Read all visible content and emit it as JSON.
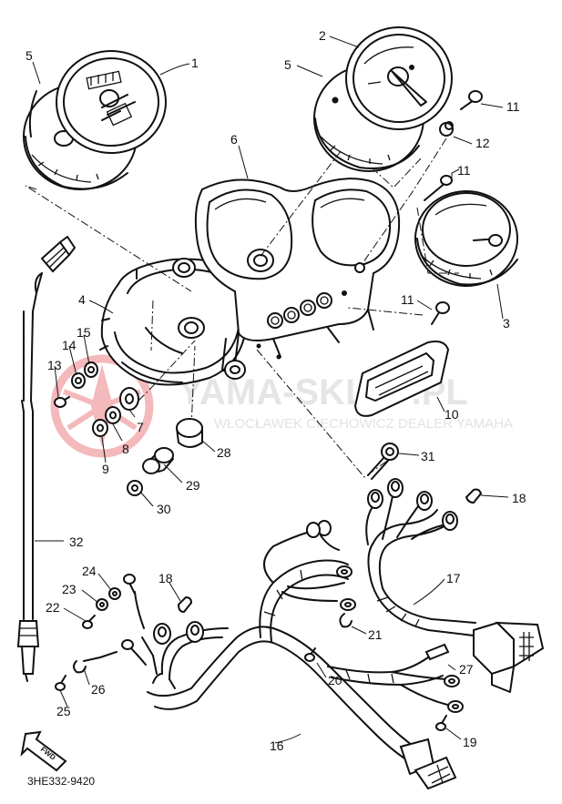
{
  "diagram_code": "3HE332-9420",
  "fwd_label": "FWD",
  "watermark": {
    "main": "YAMA-SKLEP.PL",
    "sub": "WŁOCŁAWEK CIECHOWICZ DEALER YAMAHA",
    "logo_color": "#e0393e"
  },
  "callouts": [
    "1",
    "2",
    "3",
    "4",
    "5",
    "5",
    "6",
    "7",
    "8",
    "9",
    "10",
    "11",
    "11",
    "11",
    "12",
    "13",
    "14",
    "15",
    "16",
    "17",
    "18",
    "18",
    "19",
    "20",
    "21",
    "22",
    "23",
    "24",
    "25",
    "26",
    "27",
    "28",
    "29",
    "30",
    "31",
    "32"
  ]
}
